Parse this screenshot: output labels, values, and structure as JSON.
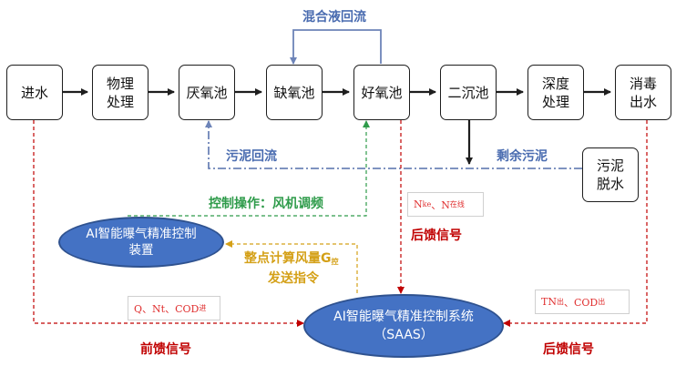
{
  "process": {
    "inlet": "进水",
    "physical": "物理\n处理",
    "anaerobic": "厌氧池",
    "anoxic": "缺氧池",
    "aerobic": "好氧池",
    "secondary": "二沉池",
    "advanced": "深度\n处理",
    "disinfect": "消毒\n出水",
    "dewater": "污泥\n脱水"
  },
  "flows": {
    "mixed_return": "混合液回流",
    "sludge_return": "污泥回流",
    "excess_sludge": "剩余污泥",
    "control_op": "控制操作：风机调频",
    "calc_main": "整点计算风量G",
    "calc_sub": "控",
    "send_cmd": "发送指令",
    "feedback": "后馈信号",
    "feedforward": "前馈信号",
    "feedback_right": "后馈信号"
  },
  "tags": {
    "inlet_main": "Q、Nt、COD",
    "inlet_sub": "进",
    "n_a": "N",
    "n_a_sub": "ke",
    "n_sep": "、N",
    "n_b_sub": "在线",
    "out_a": "TN",
    "out_a_sub": "出",
    "out_sep": "、COD",
    "out_b_sub": "出"
  },
  "device": "AI智能曝气精准控制\n装置",
  "system": "AI智能曝气精准控制系统\n（SAAS）",
  "colors": {
    "dark": "#1e1e1e",
    "blue_line": "#6d84b8",
    "blue_text": "#4a6cb0",
    "green": "#2e9b4a",
    "gold": "#d4a017",
    "red": "#c00000",
    "ellipse": "#4472c4"
  }
}
